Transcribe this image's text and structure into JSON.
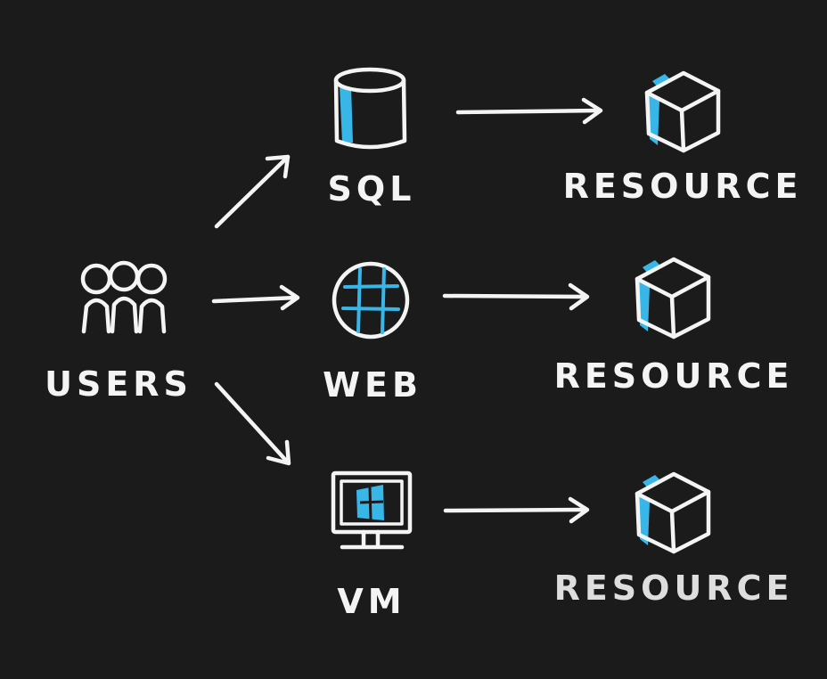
{
  "labels": {
    "users": "USERS",
    "sql": "SQL",
    "web": "WEB",
    "vm": "VM",
    "resource_1": "RESOURCE",
    "resource_2": "RESOURCE",
    "resource_3": "RESOURCE"
  },
  "icons": {
    "users": "users-group-icon",
    "sql": "database-cylinder-icon",
    "web": "globe-icon",
    "vm": "monitor-windows-icon",
    "resource": "cube-icon"
  },
  "colors": {
    "background": "#1c1b1b",
    "stroke": "#f4f4f4",
    "accent": "#38b6e8"
  }
}
